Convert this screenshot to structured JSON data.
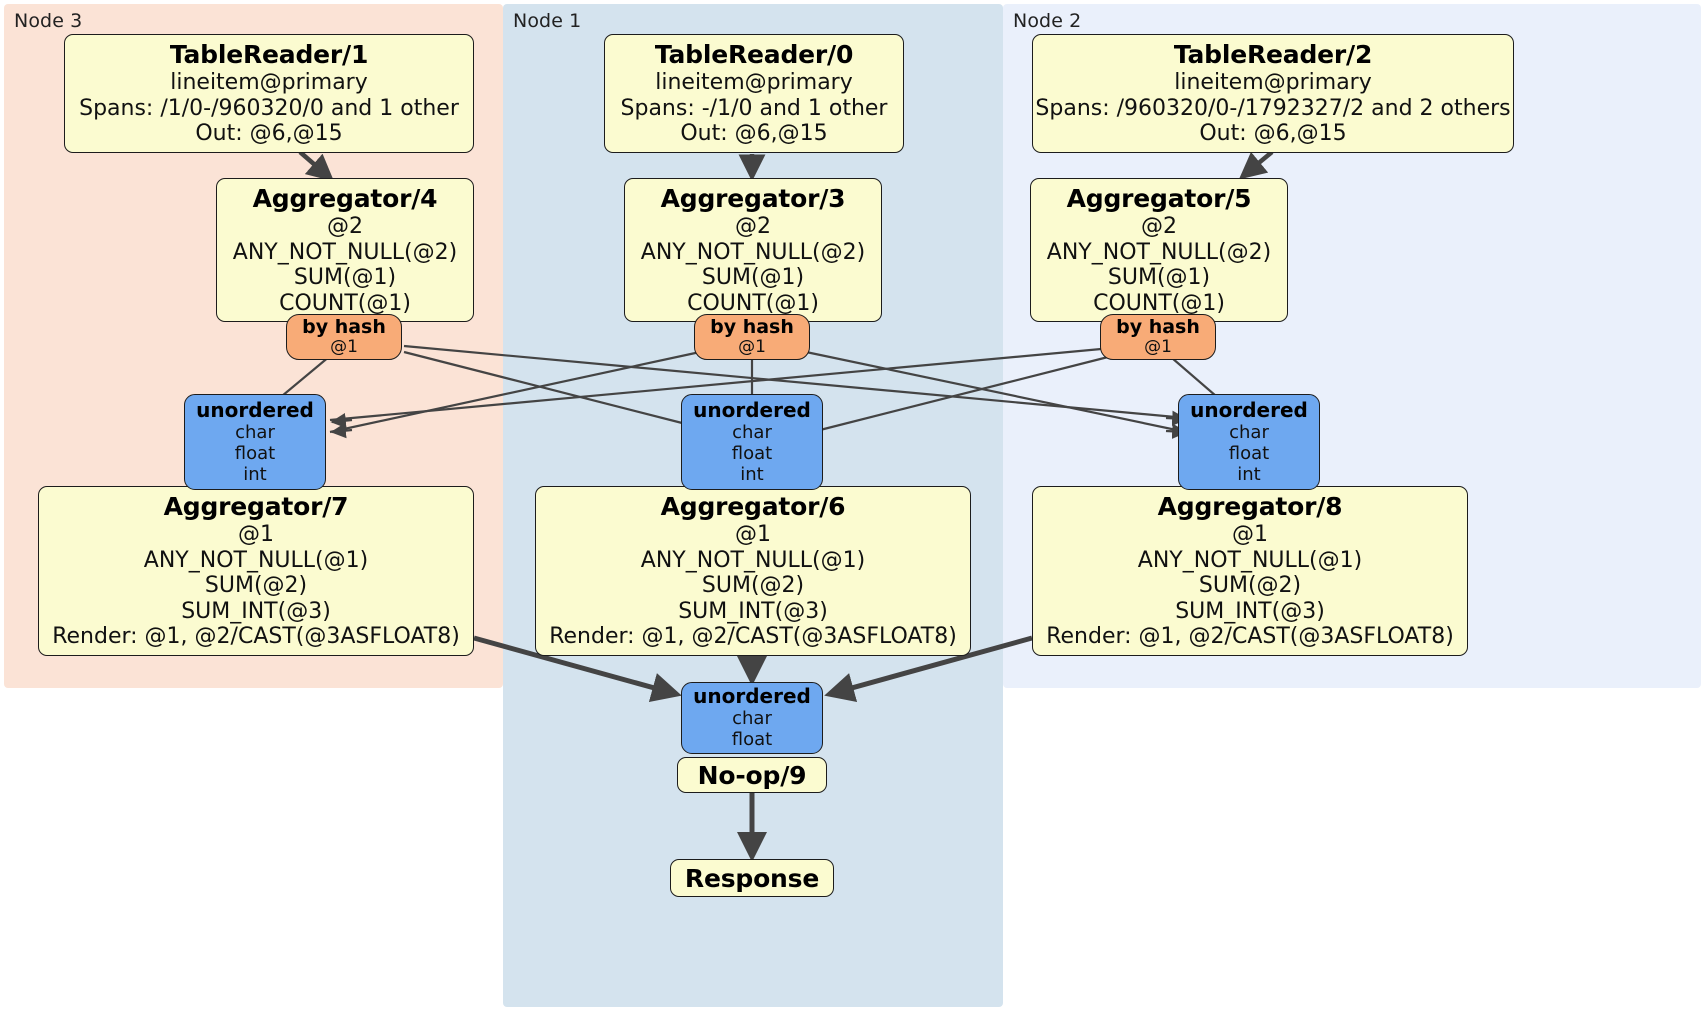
{
  "diagram": {
    "title": "Distributed SQL query execution plan",
    "colors": {
      "node3_panel": "#fbe3d6",
      "node1_panel": "#d4e3ee",
      "node2_panel": "#eaf0fb",
      "processor_box": "#fbfbd0",
      "router_box": "#f8ab77",
      "synchronizer_box": "#6ea8f0",
      "edge": "#444444",
      "border": "#1c1c1c"
    }
  },
  "panels": [
    {
      "id": "node3",
      "label": "Node 3"
    },
    {
      "id": "node1",
      "label": "Node 1"
    },
    {
      "id": "node2",
      "label": "Node 2"
    }
  ],
  "processors": {
    "table_reader_1": {
      "title": "TableReader/1",
      "lines": [
        "lineitem@primary",
        "Spans: /1/0-/960320/0 and 1 other",
        "Out: @6,@15"
      ]
    },
    "table_reader_0": {
      "title": "TableReader/0",
      "lines": [
        "lineitem@primary",
        "Spans: -/1/0 and 1 other",
        "Out: @6,@15"
      ]
    },
    "table_reader_2": {
      "title": "TableReader/2",
      "lines": [
        "lineitem@primary",
        "Spans: /960320/0-/1792327/2 and 2 others",
        "Out: @6,@15"
      ]
    },
    "aggregator_4": {
      "title": "Aggregator/4",
      "lines": [
        "@2",
        "ANY_NOT_NULL(@2)",
        "SUM(@1)",
        "COUNT(@1)"
      ]
    },
    "aggregator_3": {
      "title": "Aggregator/3",
      "lines": [
        "@2",
        "ANY_NOT_NULL(@2)",
        "SUM(@1)",
        "COUNT(@1)"
      ]
    },
    "aggregator_5": {
      "title": "Aggregator/5",
      "lines": [
        "@2",
        "ANY_NOT_NULL(@2)",
        "SUM(@1)",
        "COUNT(@1)"
      ]
    },
    "aggregator_7": {
      "title": "Aggregator/7",
      "lines": [
        "@1",
        "ANY_NOT_NULL(@1)",
        "SUM(@2)",
        "SUM_INT(@3)",
        "Render: @1, @2/CAST(@3ASFLOAT8)"
      ]
    },
    "aggregator_6": {
      "title": "Aggregator/6",
      "lines": [
        "@1",
        "ANY_NOT_NULL(@1)",
        "SUM(@2)",
        "SUM_INT(@3)",
        "Render: @1, @2/CAST(@3ASFLOAT8)"
      ]
    },
    "aggregator_8": {
      "title": "Aggregator/8",
      "lines": [
        "@1",
        "ANY_NOT_NULL(@1)",
        "SUM(@2)",
        "SUM_INT(@3)",
        "Render: @1, @2/CAST(@3ASFLOAT8)"
      ]
    },
    "noop_9": {
      "title": "No-op/9",
      "lines": []
    },
    "response": {
      "title": "Response",
      "lines": []
    }
  },
  "routers": {
    "hash_left": {
      "title": "by hash",
      "lines": [
        "@1"
      ]
    },
    "hash_center": {
      "title": "by hash",
      "lines": [
        "@1"
      ]
    },
    "hash_right": {
      "title": "by hash",
      "lines": [
        "@1"
      ]
    }
  },
  "synchronizers": {
    "sync_left": {
      "title": "unordered",
      "lines": [
        "char",
        "float",
        "int"
      ]
    },
    "sync_center": {
      "title": "unordered",
      "lines": [
        "char",
        "float",
        "int"
      ]
    },
    "sync_right": {
      "title": "unordered",
      "lines": [
        "char",
        "float",
        "int"
      ]
    },
    "sync_final": {
      "title": "unordered",
      "lines": [
        "char",
        "float"
      ]
    }
  }
}
